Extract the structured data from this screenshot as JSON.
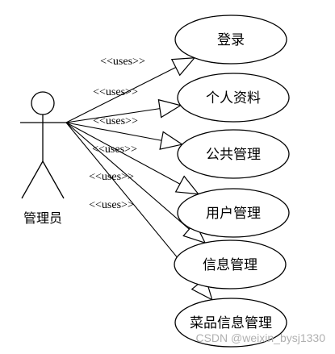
{
  "actor": {
    "label": "管理员"
  },
  "stereotype": "<<uses>>",
  "use_cases": [
    {
      "id": "login",
      "label": "登录"
    },
    {
      "id": "profile",
      "label": "个人资料"
    },
    {
      "id": "public",
      "label": "公共管理"
    },
    {
      "id": "user",
      "label": "用户管理"
    },
    {
      "id": "info",
      "label": "信息管理"
    },
    {
      "id": "dish",
      "label": "菜品信息管理"
    }
  ],
  "watermark": "CSDN @weixin_bysj1330"
}
